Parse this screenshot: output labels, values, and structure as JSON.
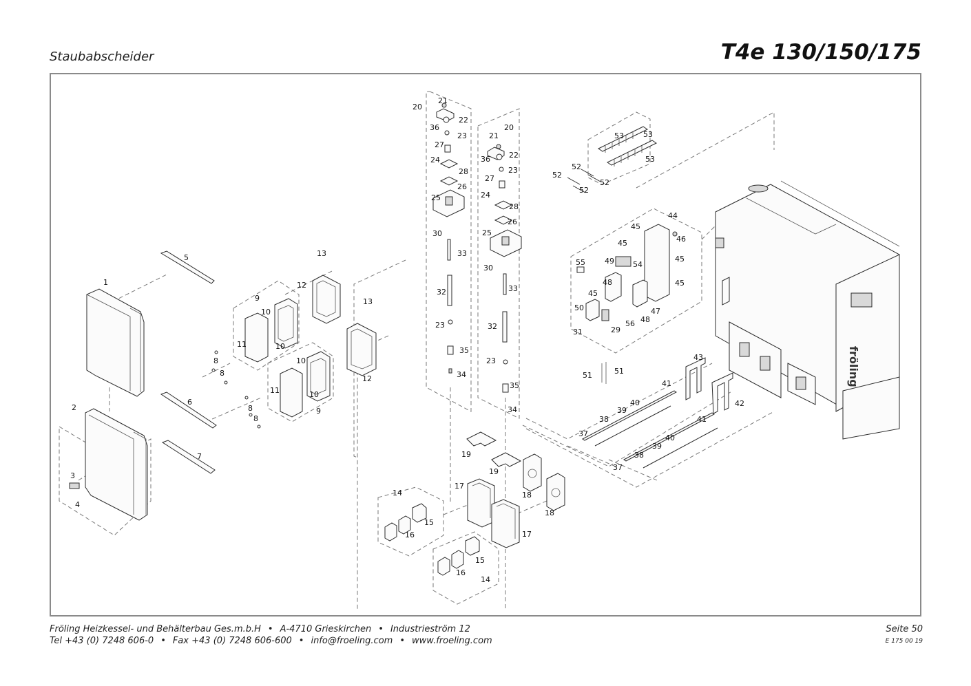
{
  "header": {
    "section": "Staubabscheider",
    "model": "T4e 130/150/175"
  },
  "footer": {
    "company": "Fröling Heizkessel- und Behälterbau Ges.m.b.H",
    "address": "A-4710 Grieskirchen",
    "street": "Industrieström 12",
    "tel": "Tel +43 (0) 7248 606-0",
    "fax": "Fax +43 (0) 7248 606-600",
    "email": "info@froeling.com",
    "web": "www.froeling.com",
    "page": "Seite 50",
    "doc_no": "E 175 00 19",
    "bullet": "•"
  },
  "drawing": {
    "brand": "fröling",
    "labels": {
      "l1": "1",
      "l2": "2",
      "l3": "3",
      "l4": "4",
      "l5": "5",
      "l6": "6",
      "l7": "7",
      "l8": "8",
      "l9": "9",
      "l10": "10",
      "l11": "11",
      "l12": "12",
      "l13": "13",
      "l14": "14",
      "l15": "15",
      "l16": "16",
      "l17": "17",
      "l18": "18",
      "l19": "19",
      "l20": "20",
      "l21": "21",
      "l22": "22",
      "l23": "23",
      "l24": "24",
      "l25": "25",
      "l26": "26",
      "l27": "27",
      "l28": "28",
      "l29": "29",
      "l30": "30",
      "l31": "31",
      "l32": "32",
      "l33": "33",
      "l34": "34",
      "l35": "35",
      "l36": "36",
      "l37": "37",
      "l38": "38",
      "l39": "39",
      "l40": "40",
      "l41": "41",
      "l42": "42",
      "l43": "43",
      "l44": "44",
      "l45": "45",
      "l46": "46",
      "l47": "47",
      "l48": "48",
      "l49": "49",
      "l50": "50",
      "l51": "51",
      "l52": "52",
      "l53": "53",
      "l54": "54",
      "l55": "55",
      "l56": "56"
    }
  }
}
